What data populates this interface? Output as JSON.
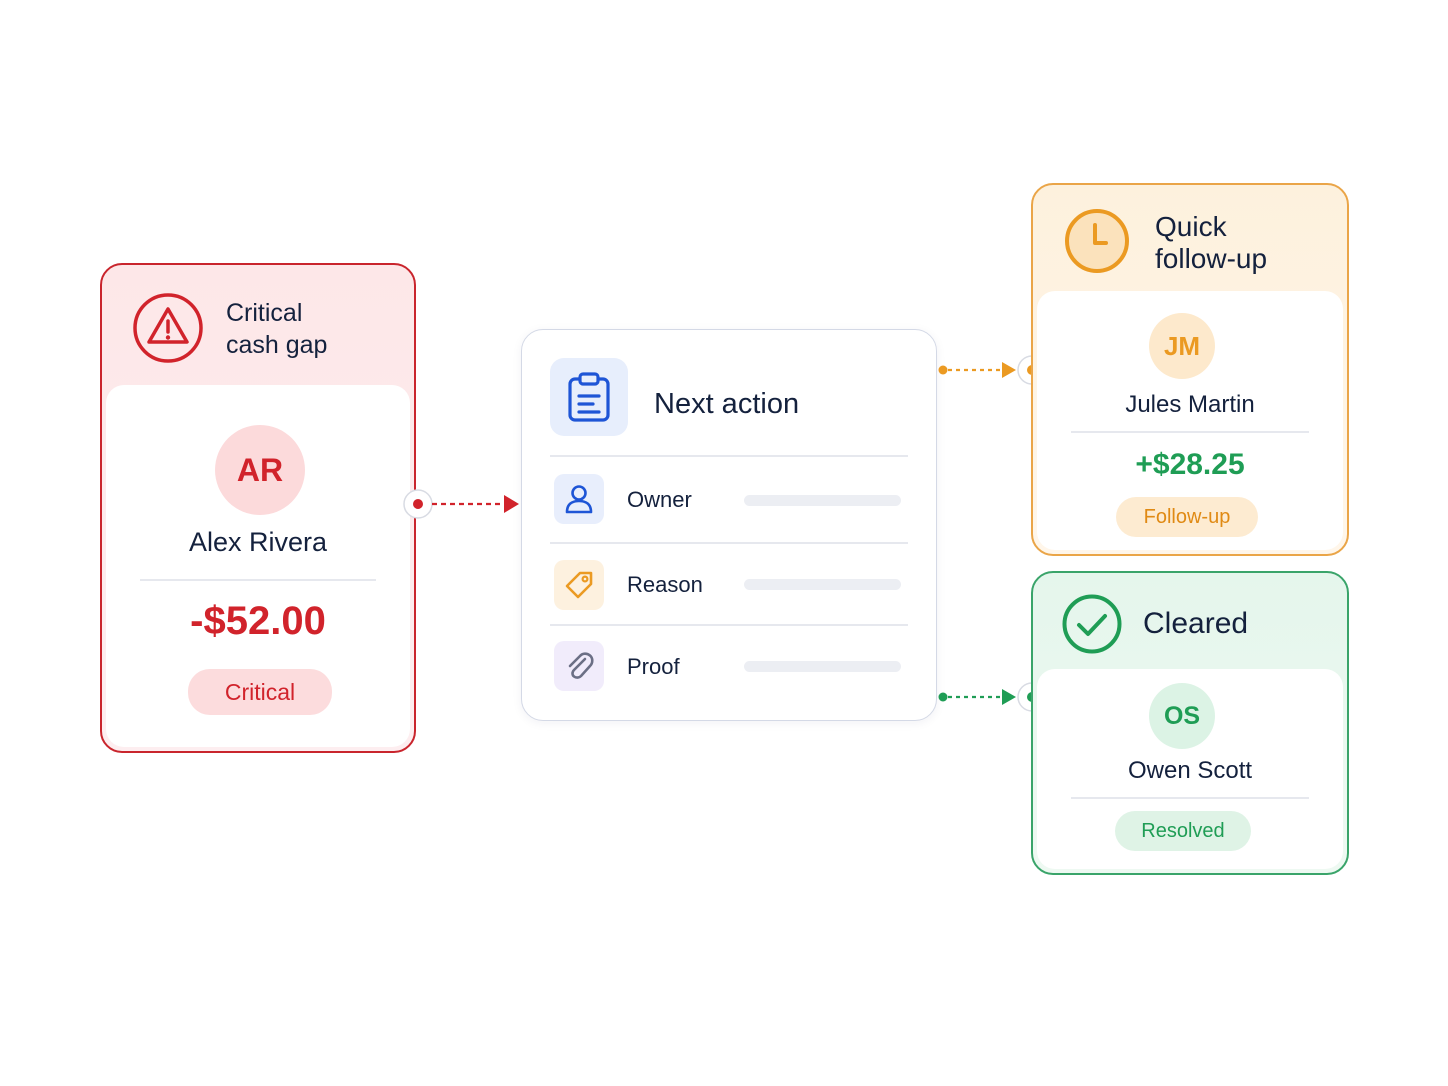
{
  "critical": {
    "title_line1": "Critical",
    "title_line2": "cash gap",
    "initials": "AR",
    "name": "Alex Rivera",
    "amount": "-$52.00",
    "badge": "Critical",
    "icon": "warning-triangle-icon",
    "accent": "#d1232b"
  },
  "next_action": {
    "title": "Next action",
    "icon": "clipboard-icon",
    "rows": [
      {
        "label": "Owner",
        "icon": "user-icon"
      },
      {
        "label": "Reason",
        "icon": "tag-icon"
      },
      {
        "label": "Proof",
        "icon": "paperclip-icon"
      }
    ]
  },
  "quick": {
    "title_line1": "Quick",
    "title_line2": "follow-up",
    "initials": "JM",
    "name": "Jules Martin",
    "amount": "+$28.25",
    "badge": "Follow-up",
    "icon": "clock-icon",
    "accent": "#eb9a22"
  },
  "cleared": {
    "title": "Cleared",
    "initials": "OS",
    "name": "Owen Scott",
    "badge": "Resolved",
    "icon": "check-circle-icon",
    "accent": "#1f9d55"
  }
}
